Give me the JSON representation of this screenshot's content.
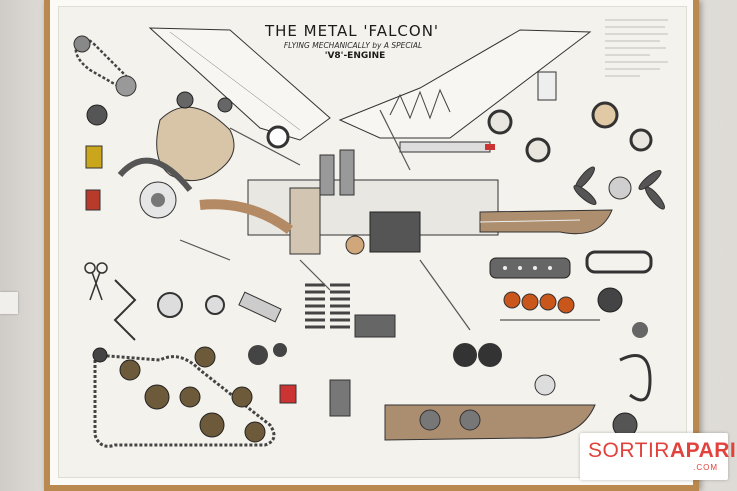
{
  "artwork": {
    "title": "THE METAL 'FALCON'",
    "subtitle": "FLYING MECHANICALLY by A SPECIAL",
    "engine_label": "'V8'-ENGINE"
  },
  "watermark": {
    "brand_light": "SORTIR",
    "brand_bold": "APARIS",
    "domain": ".COM"
  },
  "colors": {
    "accent": "#e2423d",
    "frame": "#b9894f",
    "paper": "#f4f2ec"
  }
}
